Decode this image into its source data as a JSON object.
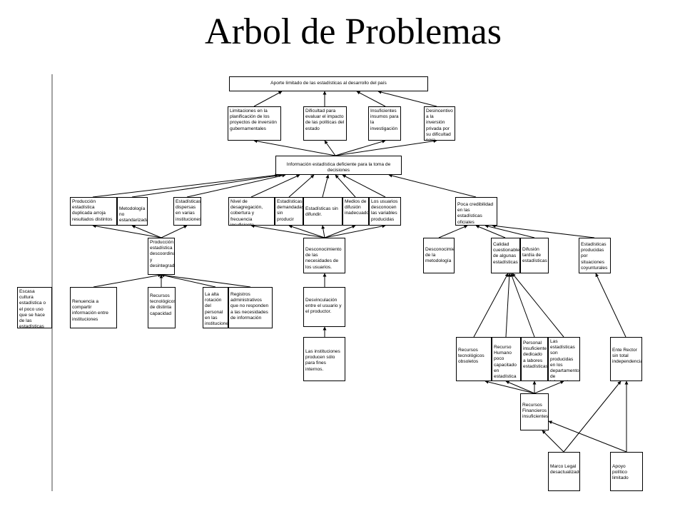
{
  "title": "Arbol de Problemas",
  "nodes": {
    "top": "Aporte limitado de las estadísticas al desarrollo del país",
    "e1": "Limitaciones en la planificación de los proyectos de inversión gubernamentales",
    "e2": "Dificultad para evaluar el impacto de las políticas del estado",
    "e3": "Insuficientes insumos para la investigación",
    "e4": "Desincentivo a la inversión privada por su dificultad para planificar",
    "core": "Información estadística deficiente para la toma de decisiones",
    "c1": "Producción estadística duplicada arroja resultados distintos",
    "c2": "Metodología no estandarizada",
    "c3": "Estadísticas dispersas en varias instituciones",
    "c4": "Nivel de desagregación, cobertura y frecuencia insuficiente.",
    "c5": "Estadísticas demandadas sin producir",
    "c6": "Estadísticas sin difundir.",
    "c7": "Medios de difusión inadecuados",
    "c8": "Los usuarios desconocen las variables producidas",
    "c9": "Poca credibilidad en las estadísticas oficiales",
    "d1": "Producción estadística descoordinada y desintegrada",
    "d2": "Desconocimiento de las necesidades de los usuarios.",
    "d3": "Desconocimiento de la metodología",
    "d4": "Calidad cuestionable de algunas estadísticas",
    "d5": "Difusión tardía de estadísticas",
    "d6": "Estadísticas producidas por situaciones coyunturales",
    "r1": "Renuencia a compartir información entre instituciones",
    "r2": "Recursos tecnológicos de distinta capacidad",
    "r3": "La alta rotación del personal en las instituciones",
    "r4": "Registros administrativos que no responden a las necesidades de información",
    "r5": "Desvinculación entre el usuario y el productor.",
    "r6": "Las instituciones producen sólo para fines internos.",
    "f1": "Recursos tecnológicos obsoletos",
    "f2": "Recurso Humano poco capacitado en estadística",
    "f3": "Personal insuficiente dedicado a labores estadísticas",
    "f4": "Las estadísticas son producidas en los departamentos de informatica",
    "f5": "Ente Rector sin total independencia",
    "g1": "Recursos Financieros insuficientes",
    "h1": "Marco Legal desactualizado",
    "h2": "Apoyo político limitado",
    "side": "Escasa cultura estadística o el poco uso que se hace de las estadísticas en el país."
  }
}
